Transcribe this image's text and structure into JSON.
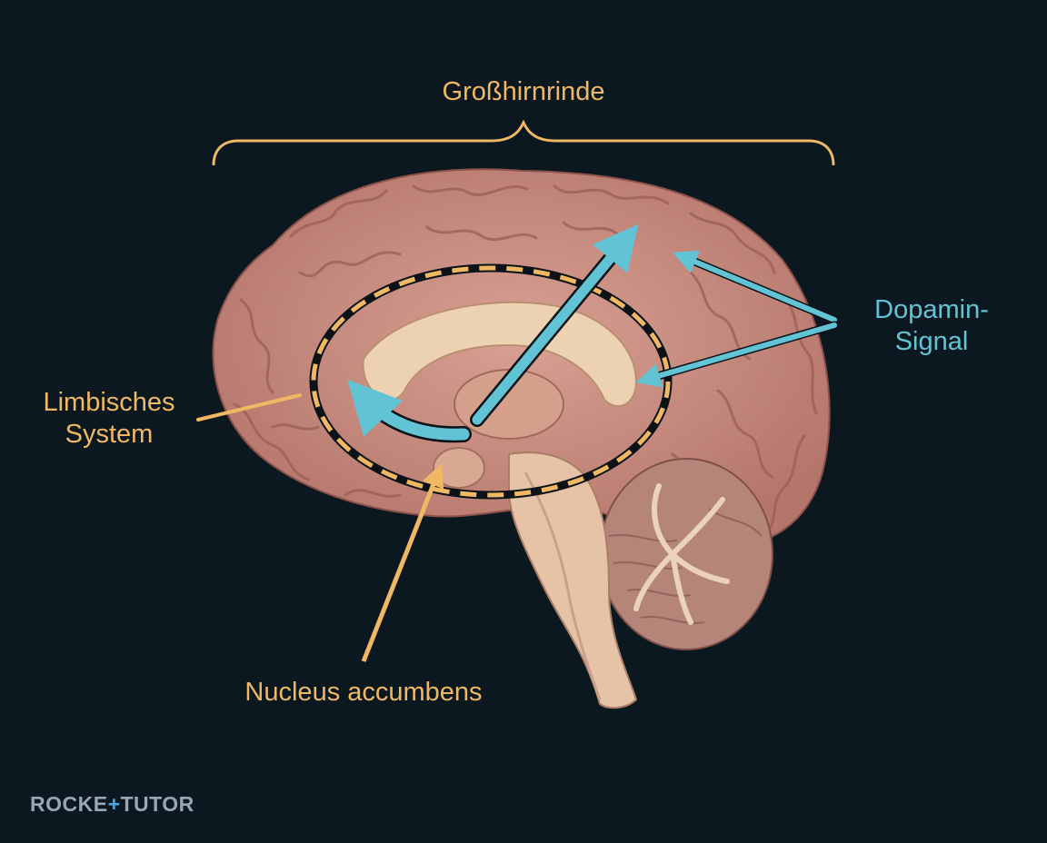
{
  "labels": {
    "cortex": "Großhirnrinde",
    "limbic": [
      "Limbisches",
      "System"
    ],
    "dopamine": [
      "Dopamin-",
      "Signal"
    ],
    "nucleus": "Nucleus accumbens"
  },
  "logo": {
    "part1": "ROCKE",
    "accent": "+",
    "part2": "TUTOR"
  },
  "colors": {
    "background": "#0c1820",
    "label_orange": "#f0b863",
    "signal_cyan": "#62c3d4",
    "brain_tissue": "#c98a7e",
    "logo_gray": "#9aa7b3",
    "logo_accent": "#4fa3e0"
  }
}
